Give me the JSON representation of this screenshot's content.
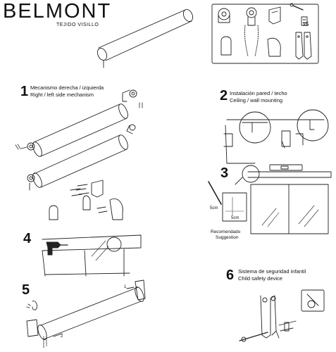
{
  "brand": {
    "name": "BELMONT",
    "subtitle": "TEJIDO VISILLO"
  },
  "kit": {
    "count_label": "x5"
  },
  "steps": [
    {
      "num": "1",
      "line1": "Mecanismo derecha / izquierda",
      "line2": "Right / left side mechanism"
    },
    {
      "num": "2",
      "line1": "Instalación pared / techo",
      "line2": "Ceiling / wall mounting"
    },
    {
      "num": "3",
      "note1": "Recomendado",
      "note2": "Suggestion",
      "dim1": "5cm",
      "dim2": "5cm"
    },
    {
      "num": "4"
    },
    {
      "num": "5",
      "tag1": "1",
      "tag2": "2"
    },
    {
      "num": "6",
      "line1": "Sistema de seguridad infantil",
      "line2": "Child safety device"
    }
  ]
}
